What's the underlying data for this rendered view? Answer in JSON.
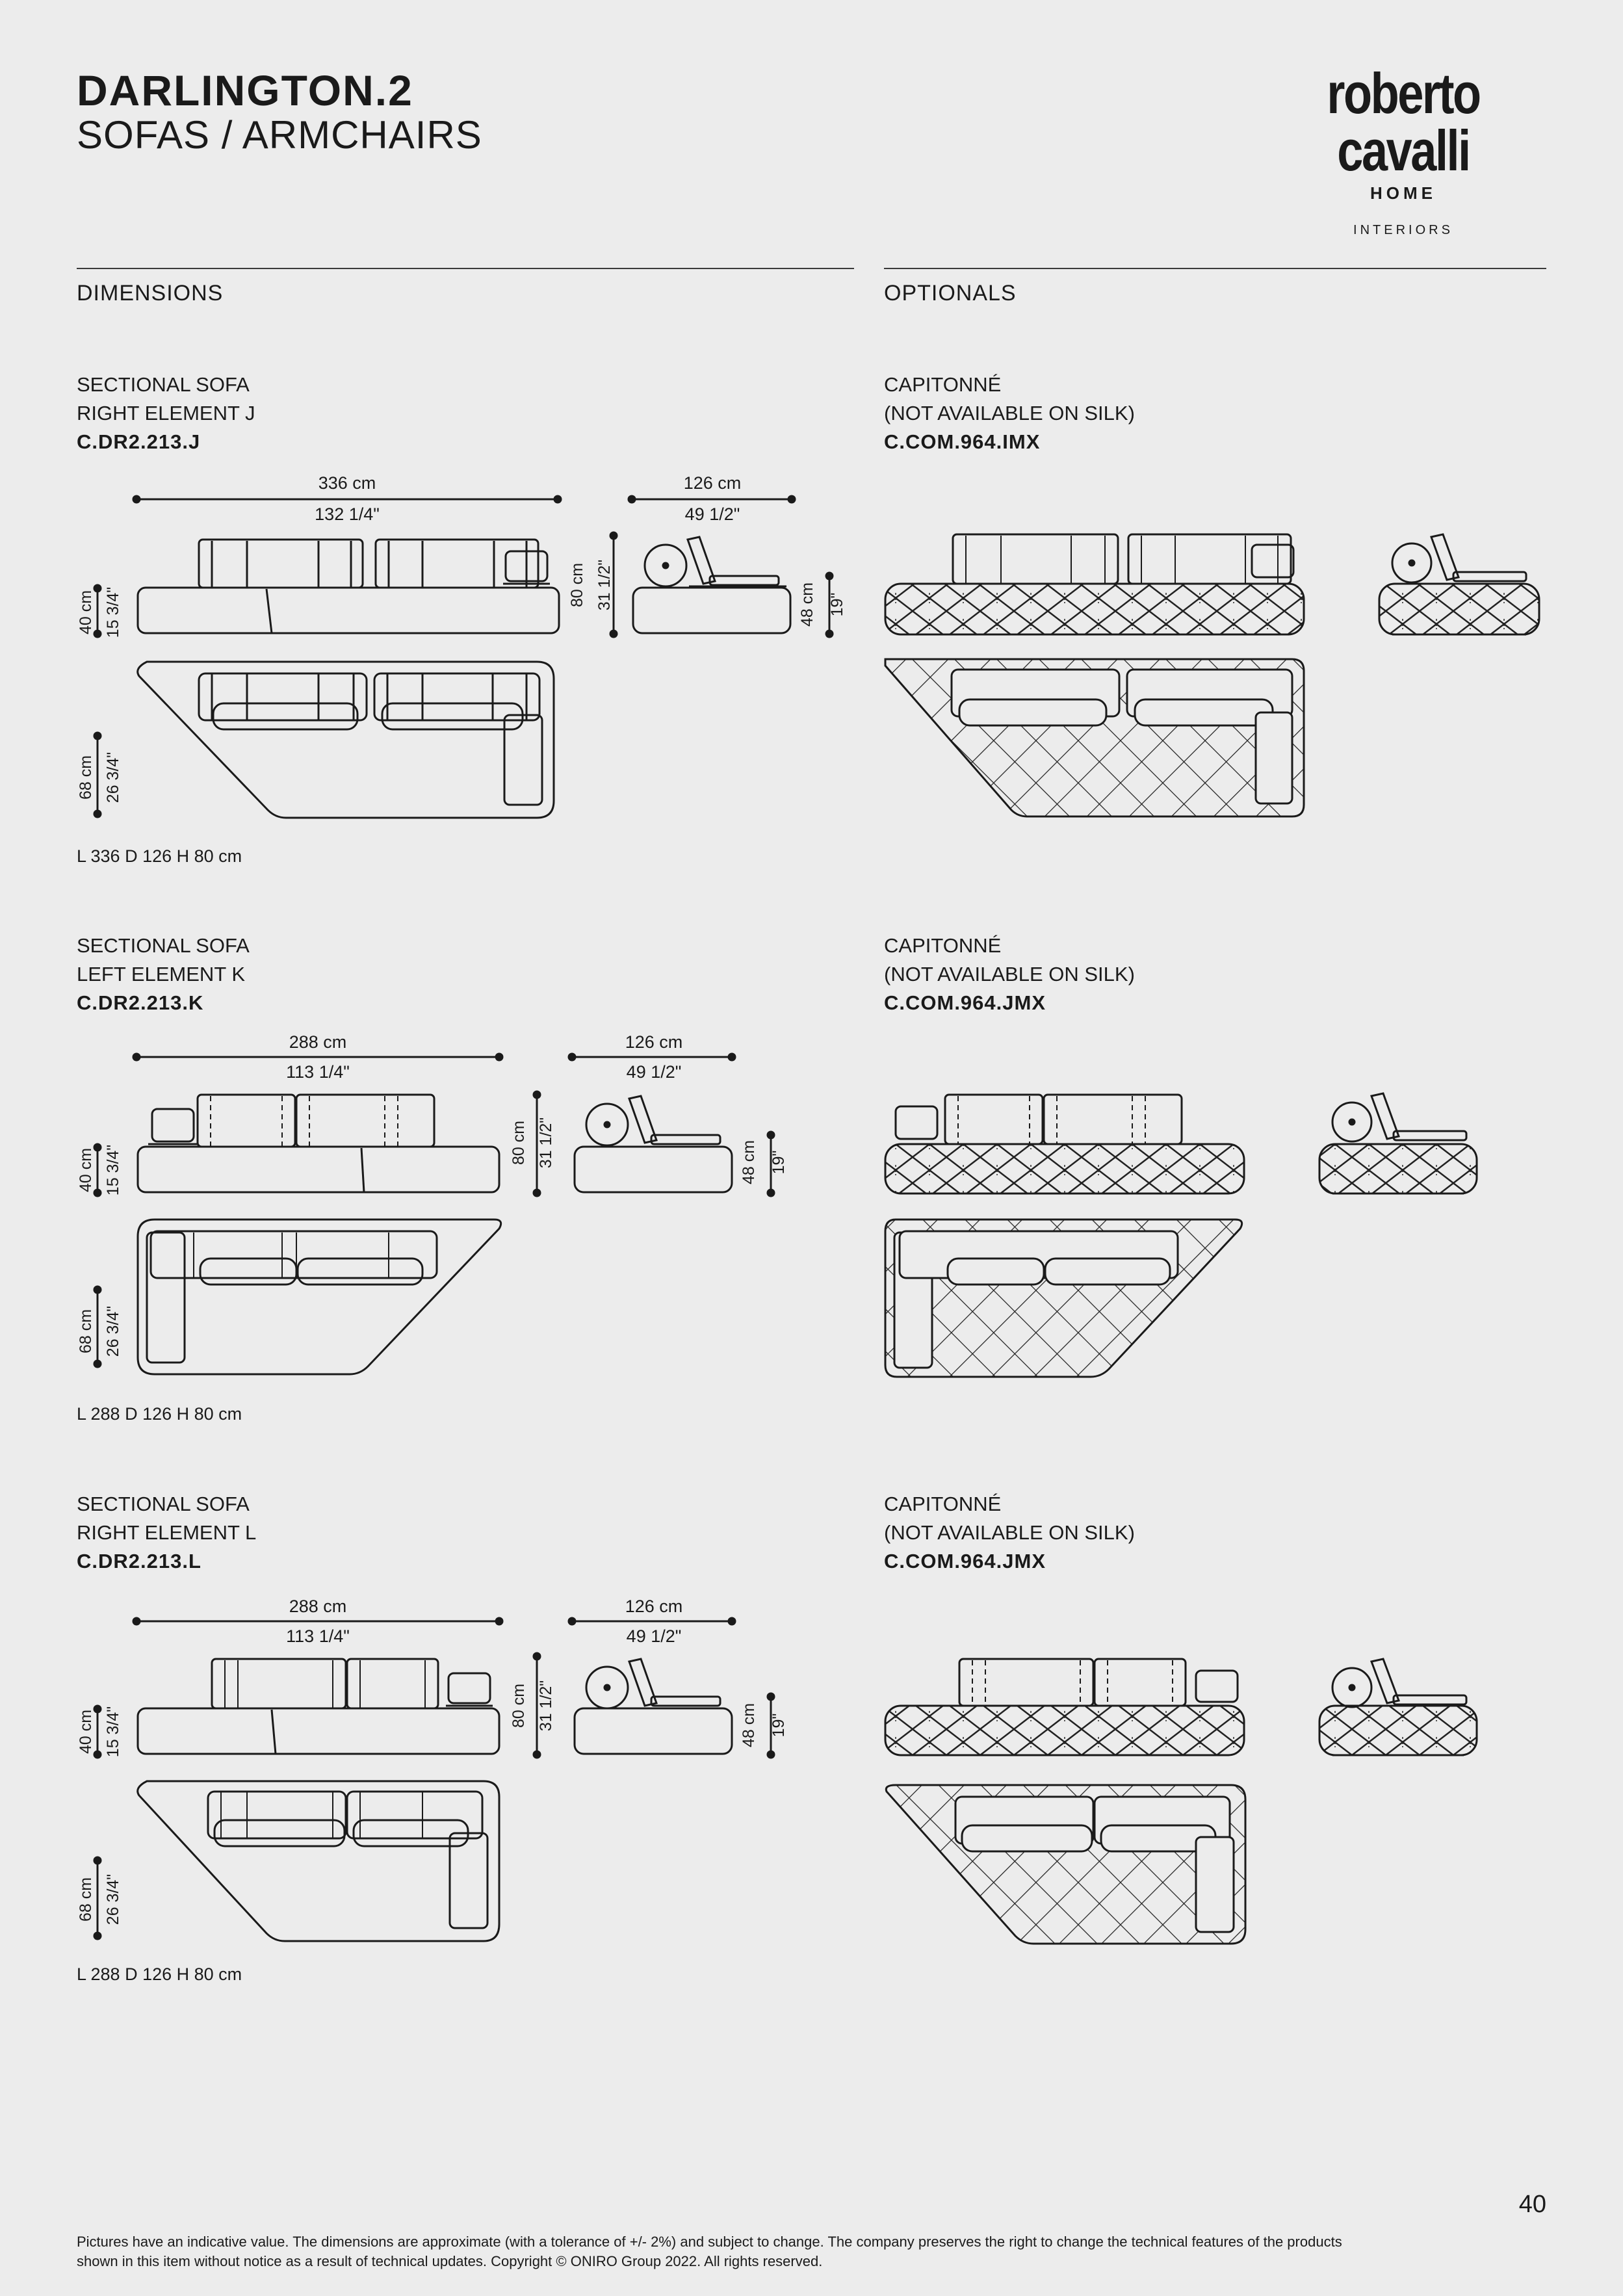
{
  "header": {
    "title": "DARLINGTON.2",
    "subtitle": "SOFAS / ARMCHAIRS",
    "brand": {
      "name": "roberto cavalli",
      "home": "HOME",
      "interiors": "INTERIORS"
    }
  },
  "sections": {
    "dimensions": "DIMENSIONS",
    "optionals": "OPTIONALS"
  },
  "products": [
    {
      "line1": "SECTIONAL SOFA",
      "line2": "RIGHT ELEMENT J",
      "code": "C.DR2.213.J",
      "width_cm": "336 cm",
      "width_in": "132 1/4\"",
      "depth_cm": "126 cm",
      "depth_in": "49 1/2\"",
      "height_cm": "80 cm",
      "height_in": "31 1/2\"",
      "seat_cm": "40 cm",
      "seat_in": "15 3/4\"",
      "arm_cm": "48 cm",
      "arm_in": "19\"",
      "plan_cm": "68 cm",
      "plan_in": "26 3/4\"",
      "summary": "L 336 D 126 H 80 cm",
      "optional": {
        "line1": "CAPITONNÉ",
        "line2": "(NOT AVAILABLE ON SILK)",
        "code": "C.COM.964.IMX"
      }
    },
    {
      "line1": "SECTIONAL SOFA",
      "line2": "LEFT ELEMENT K",
      "code": "C.DR2.213.K",
      "width_cm": "288 cm",
      "width_in": "113 1/4\"",
      "depth_cm": "126 cm",
      "depth_in": "49 1/2\"",
      "height_cm": "80 cm",
      "height_in": "31 1/2\"",
      "seat_cm": "40 cm",
      "seat_in": "15 3/4\"",
      "arm_cm": "48 cm",
      "arm_in": "19\"",
      "plan_cm": "68 cm",
      "plan_in": "26 3/4\"",
      "summary": "L 288 D 126 H 80 cm",
      "optional": {
        "line1": "CAPITONNÉ",
        "line2": "(NOT AVAILABLE ON SILK)",
        "code": "C.COM.964.JMX"
      }
    },
    {
      "line1": "SECTIONAL SOFA",
      "line2": "RIGHT ELEMENT L",
      "code": "C.DR2.213.L",
      "width_cm": "288 cm",
      "width_in": "113 1/4\"",
      "depth_cm": "126 cm",
      "depth_in": "49 1/2\"",
      "height_cm": "80 cm",
      "height_in": "31 1/2\"",
      "seat_cm": "40 cm",
      "seat_in": "15 3/4\"",
      "arm_cm": "48 cm",
      "arm_in": "19\"",
      "plan_cm": "68 cm",
      "plan_in": "26 3/4\"",
      "summary": "L 288 D 126 H 80 cm",
      "optional": {
        "line1": "CAPITONNÉ",
        "line2": "(NOT AVAILABLE ON SILK)",
        "code": "C.COM.964.JMX"
      }
    }
  ],
  "footer": {
    "note": "Pictures have an indicative value. The dimensions are approximate (with a tolerance of +/- 2%) and subject to change. The company preserves the right to change the technical features of the products shown in this item without notice as a result of technical updates. Copyright © ONIRO Group 2022. All rights reserved.",
    "page": "40"
  }
}
